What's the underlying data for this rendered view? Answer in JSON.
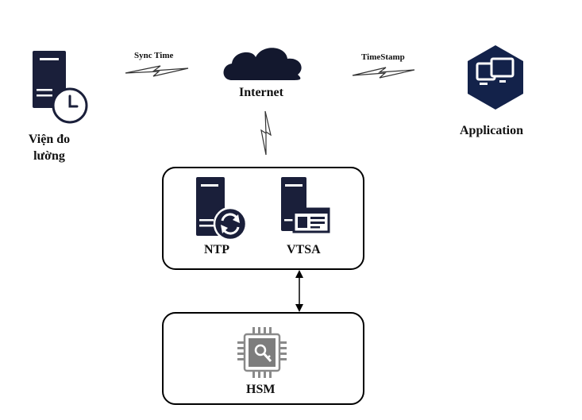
{
  "nodes": {
    "vien_do_luong": {
      "label_line1": "Viện đo",
      "label_line2": "lường",
      "icon": "server-clock-icon"
    },
    "internet": {
      "label": "Internet",
      "icon": "cloud-icon"
    },
    "application": {
      "label": "Application",
      "icon": "monitors-hexagon-icon"
    },
    "ntp": {
      "label": "NTP",
      "icon": "server-sync-icon"
    },
    "vtsa": {
      "label": "VTSA",
      "icon": "server-window-icon"
    },
    "hsm": {
      "label": "HSM",
      "icon": "chip-key-icon"
    }
  },
  "links": {
    "sync_time": {
      "label": "Sync Time",
      "icon": "lightning-link-icon"
    },
    "timestamp": {
      "label": "TimeStamp",
      "icon": "lightning-link-icon"
    },
    "internet_to_server": {
      "icon": "lightning-link-icon"
    },
    "vtsa_to_hsm": {
      "icon": "double-arrow-icon"
    }
  },
  "colors": {
    "icon_dark": "#1a1f3a",
    "hex_fill": "#13224a",
    "chip_gray": "#8a8a8a",
    "box_stroke": "#000000",
    "text": "#111111"
  }
}
